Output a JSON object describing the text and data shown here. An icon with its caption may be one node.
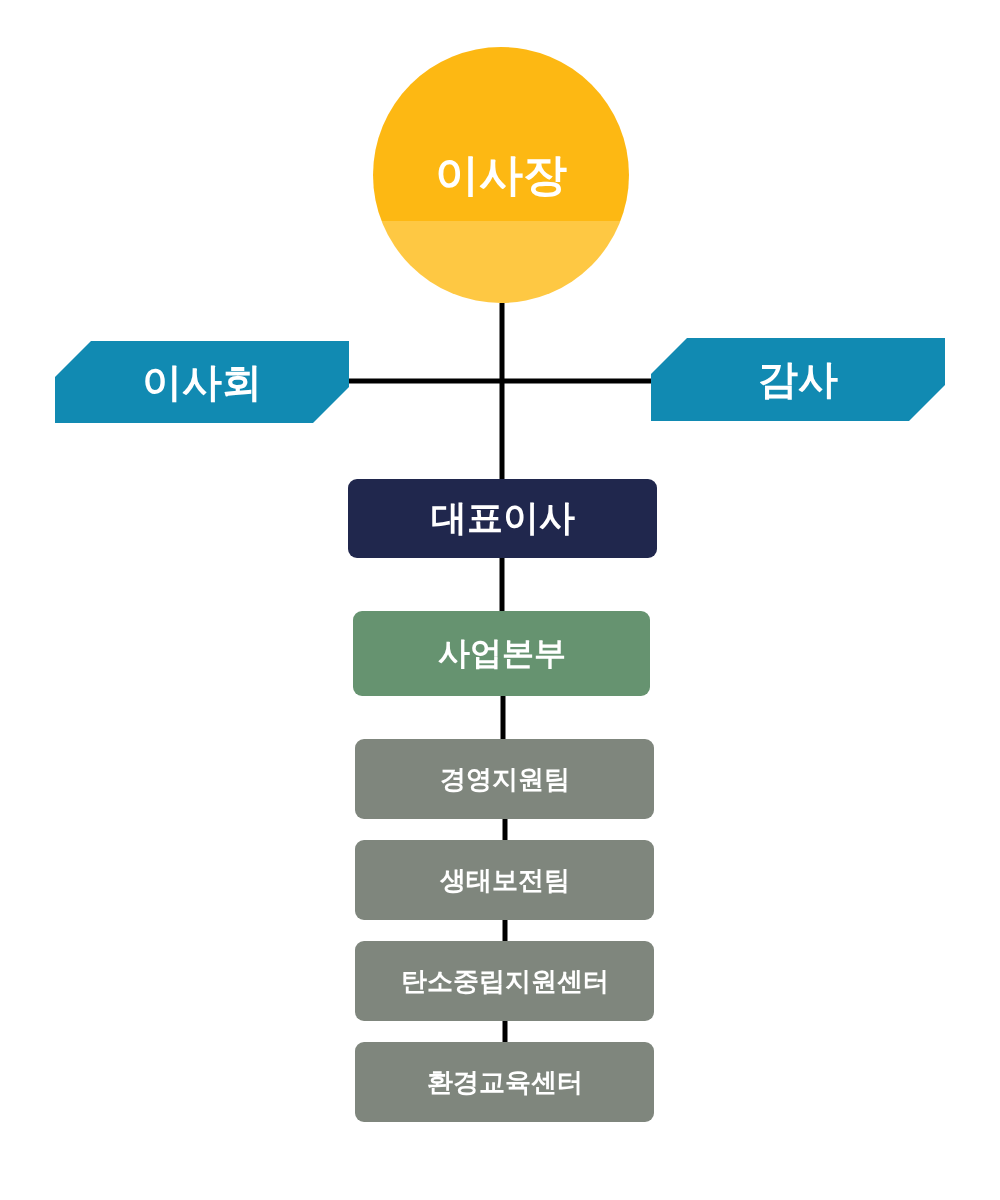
{
  "diagram": {
    "nodes": [
      {
        "text": [
          "이사장"
        ]
      },
      {
        "text": [
          "이사회"
        ]
      },
      {
        "text": [
          "감사"
        ]
      },
      {
        "text": [
          "대표이사"
        ]
      },
      {
        "text": [
          "사업본부"
        ]
      },
      {
        "text": [
          "경영지원팀"
        ]
      },
      {
        "text": [
          "생태보전팀"
        ]
      },
      {
        "text": [
          "탄소중립지원센터"
        ]
      },
      {
        "text": [
          "환경교육센터"
        ]
      }
    ],
    "edges": [
      {
        "from": 0,
        "to": 3,
        "arrow": "none"
      },
      {
        "from": 1,
        "to": 2,
        "arrow": "none"
      },
      {
        "from": 3,
        "to": 4,
        "arrow": "none"
      },
      {
        "from": 4,
        "to": 5,
        "arrow": "none"
      },
      {
        "from": 5,
        "to": 6,
        "arrow": "none"
      },
      {
        "from": 6,
        "to": 7,
        "arrow": "none"
      },
      {
        "from": 7,
        "to": 8,
        "arrow": "none"
      }
    ]
  }
}
